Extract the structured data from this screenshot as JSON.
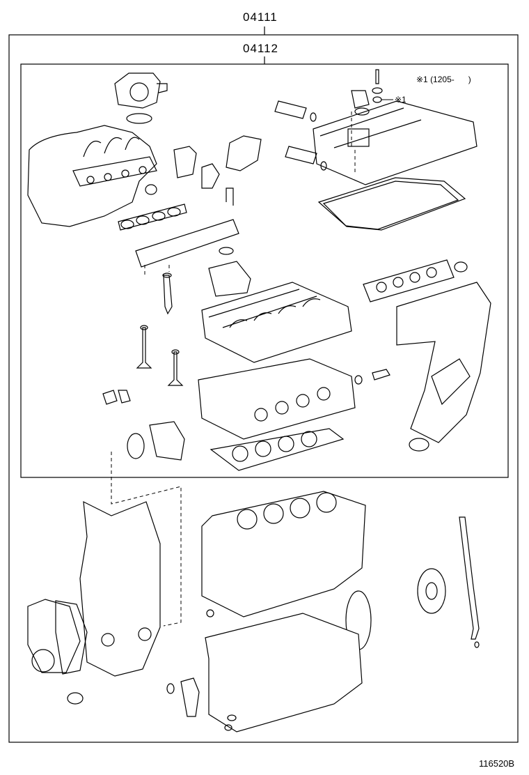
{
  "labels": {
    "outer_kit": "04111",
    "inner_kit": "04112",
    "note_range": "※1 (1205-      )",
    "note_ref": "※1",
    "figure_id": "116520B"
  },
  "icons": [
    "mark-symbol"
  ]
}
